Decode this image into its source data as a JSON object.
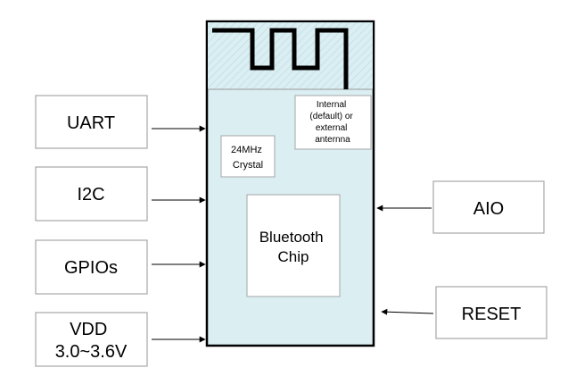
{
  "inputs": {
    "uart": "UART",
    "i2c": "I2C",
    "gpios": "GPIOs",
    "vdd_line1": "VDD",
    "vdd_line2": "3.0~3.6V"
  },
  "outputs": {
    "aio": "AIO",
    "reset": "RESET"
  },
  "module": {
    "crystal_line1": "24MHz",
    "crystal_line2": "Crystal",
    "chip_line1": "Bluetooth",
    "chip_line2": "Chip",
    "antenna_note_line1": "Internal",
    "antenna_note_line2": "(default) or",
    "antenna_note_line3": "external",
    "antenna_note_line4": "anternna"
  },
  "colors": {
    "module_fill": "#dbeef2",
    "box_stroke": "#a6a6a6",
    "module_stroke": "#000000"
  }
}
